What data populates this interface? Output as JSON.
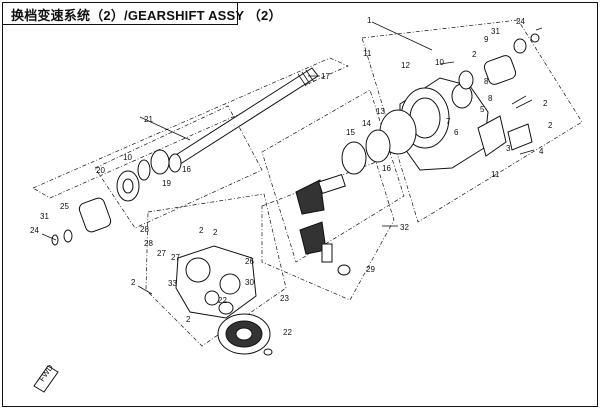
{
  "title": "换档变速系统（2）/GEARSHIFT ASSY （2）",
  "callouts": [
    {
      "id": "c1",
      "text": "1"
    },
    {
      "id": "c2a",
      "text": "2"
    },
    {
      "id": "c2b",
      "text": "2"
    },
    {
      "id": "c2c",
      "text": "2"
    },
    {
      "id": "c2d",
      "text": "2"
    },
    {
      "id": "c2e",
      "text": "2"
    },
    {
      "id": "c2f",
      "text": "2"
    },
    {
      "id": "c2g",
      "text": "2"
    },
    {
      "id": "c3",
      "text": "3"
    },
    {
      "id": "c4",
      "text": "4"
    },
    {
      "id": "c5",
      "text": "5"
    },
    {
      "id": "c6",
      "text": "6"
    },
    {
      "id": "c7",
      "text": "7"
    },
    {
      "id": "c8a",
      "text": "8"
    },
    {
      "id": "c8b",
      "text": "8"
    },
    {
      "id": "c9",
      "text": "9"
    },
    {
      "id": "c10a",
      "text": "10"
    },
    {
      "id": "c10b",
      "text": "10"
    },
    {
      "id": "c11a",
      "text": "11"
    },
    {
      "id": "c11b",
      "text": "11"
    },
    {
      "id": "c12",
      "text": "12"
    },
    {
      "id": "c13",
      "text": "13"
    },
    {
      "id": "c14",
      "text": "14"
    },
    {
      "id": "c15",
      "text": "15"
    },
    {
      "id": "c16a",
      "text": "16"
    },
    {
      "id": "c16b",
      "text": "16"
    },
    {
      "id": "c17",
      "text": "17"
    },
    {
      "id": "c19",
      "text": "19"
    },
    {
      "id": "c20",
      "text": "20"
    },
    {
      "id": "c21",
      "text": "21"
    },
    {
      "id": "c22a",
      "text": "22"
    },
    {
      "id": "c22b",
      "text": "22"
    },
    {
      "id": "c23",
      "text": "23"
    },
    {
      "id": "c24a",
      "text": "24"
    },
    {
      "id": "c24b",
      "text": "24"
    },
    {
      "id": "c25",
      "text": "25"
    },
    {
      "id": "c26",
      "text": "26"
    },
    {
      "id": "c27a",
      "text": "27"
    },
    {
      "id": "c27b",
      "text": "27"
    },
    {
      "id": "c28a",
      "text": "28"
    },
    {
      "id": "c28b",
      "text": "28"
    },
    {
      "id": "c29",
      "text": "29"
    },
    {
      "id": "c30",
      "text": "30"
    },
    {
      "id": "c31a",
      "text": "31"
    },
    {
      "id": "c31b",
      "text": "31"
    },
    {
      "id": "c32",
      "text": "32"
    },
    {
      "id": "c33",
      "text": "33"
    }
  ],
  "fwd_label": "FWD"
}
